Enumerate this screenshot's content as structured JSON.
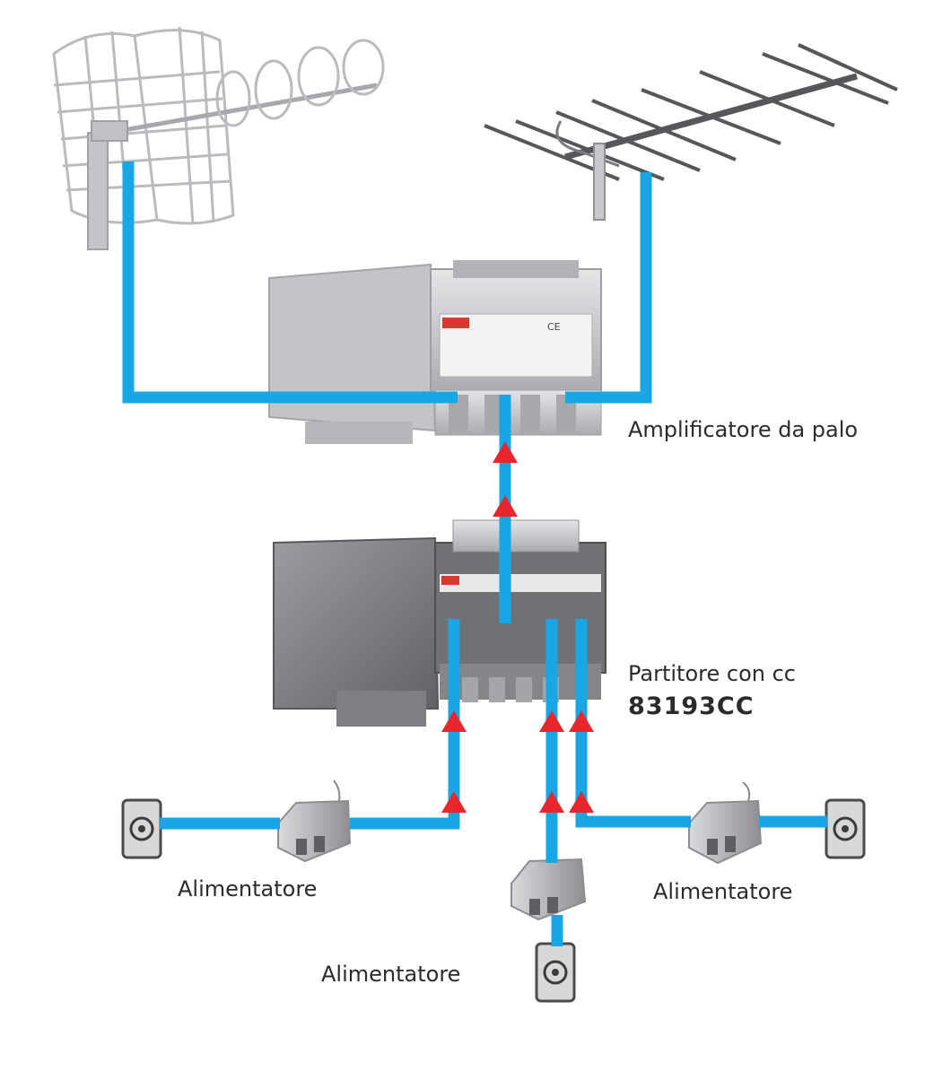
{
  "labels": {
    "mast_amplifier": "Amplificatore da palo",
    "splitter": "Partitore con cc",
    "splitter_code": "83193CC",
    "psu_left": "Alimentatore",
    "psu_center": "Alimentatore",
    "psu_right": "Alimentatore"
  },
  "colors": {
    "cable": "#19a6e6",
    "arrow": "#e8262b",
    "device_metal": "#c9cacc",
    "device_dark": "#7c7e82",
    "text": "#2b2b2b"
  }
}
